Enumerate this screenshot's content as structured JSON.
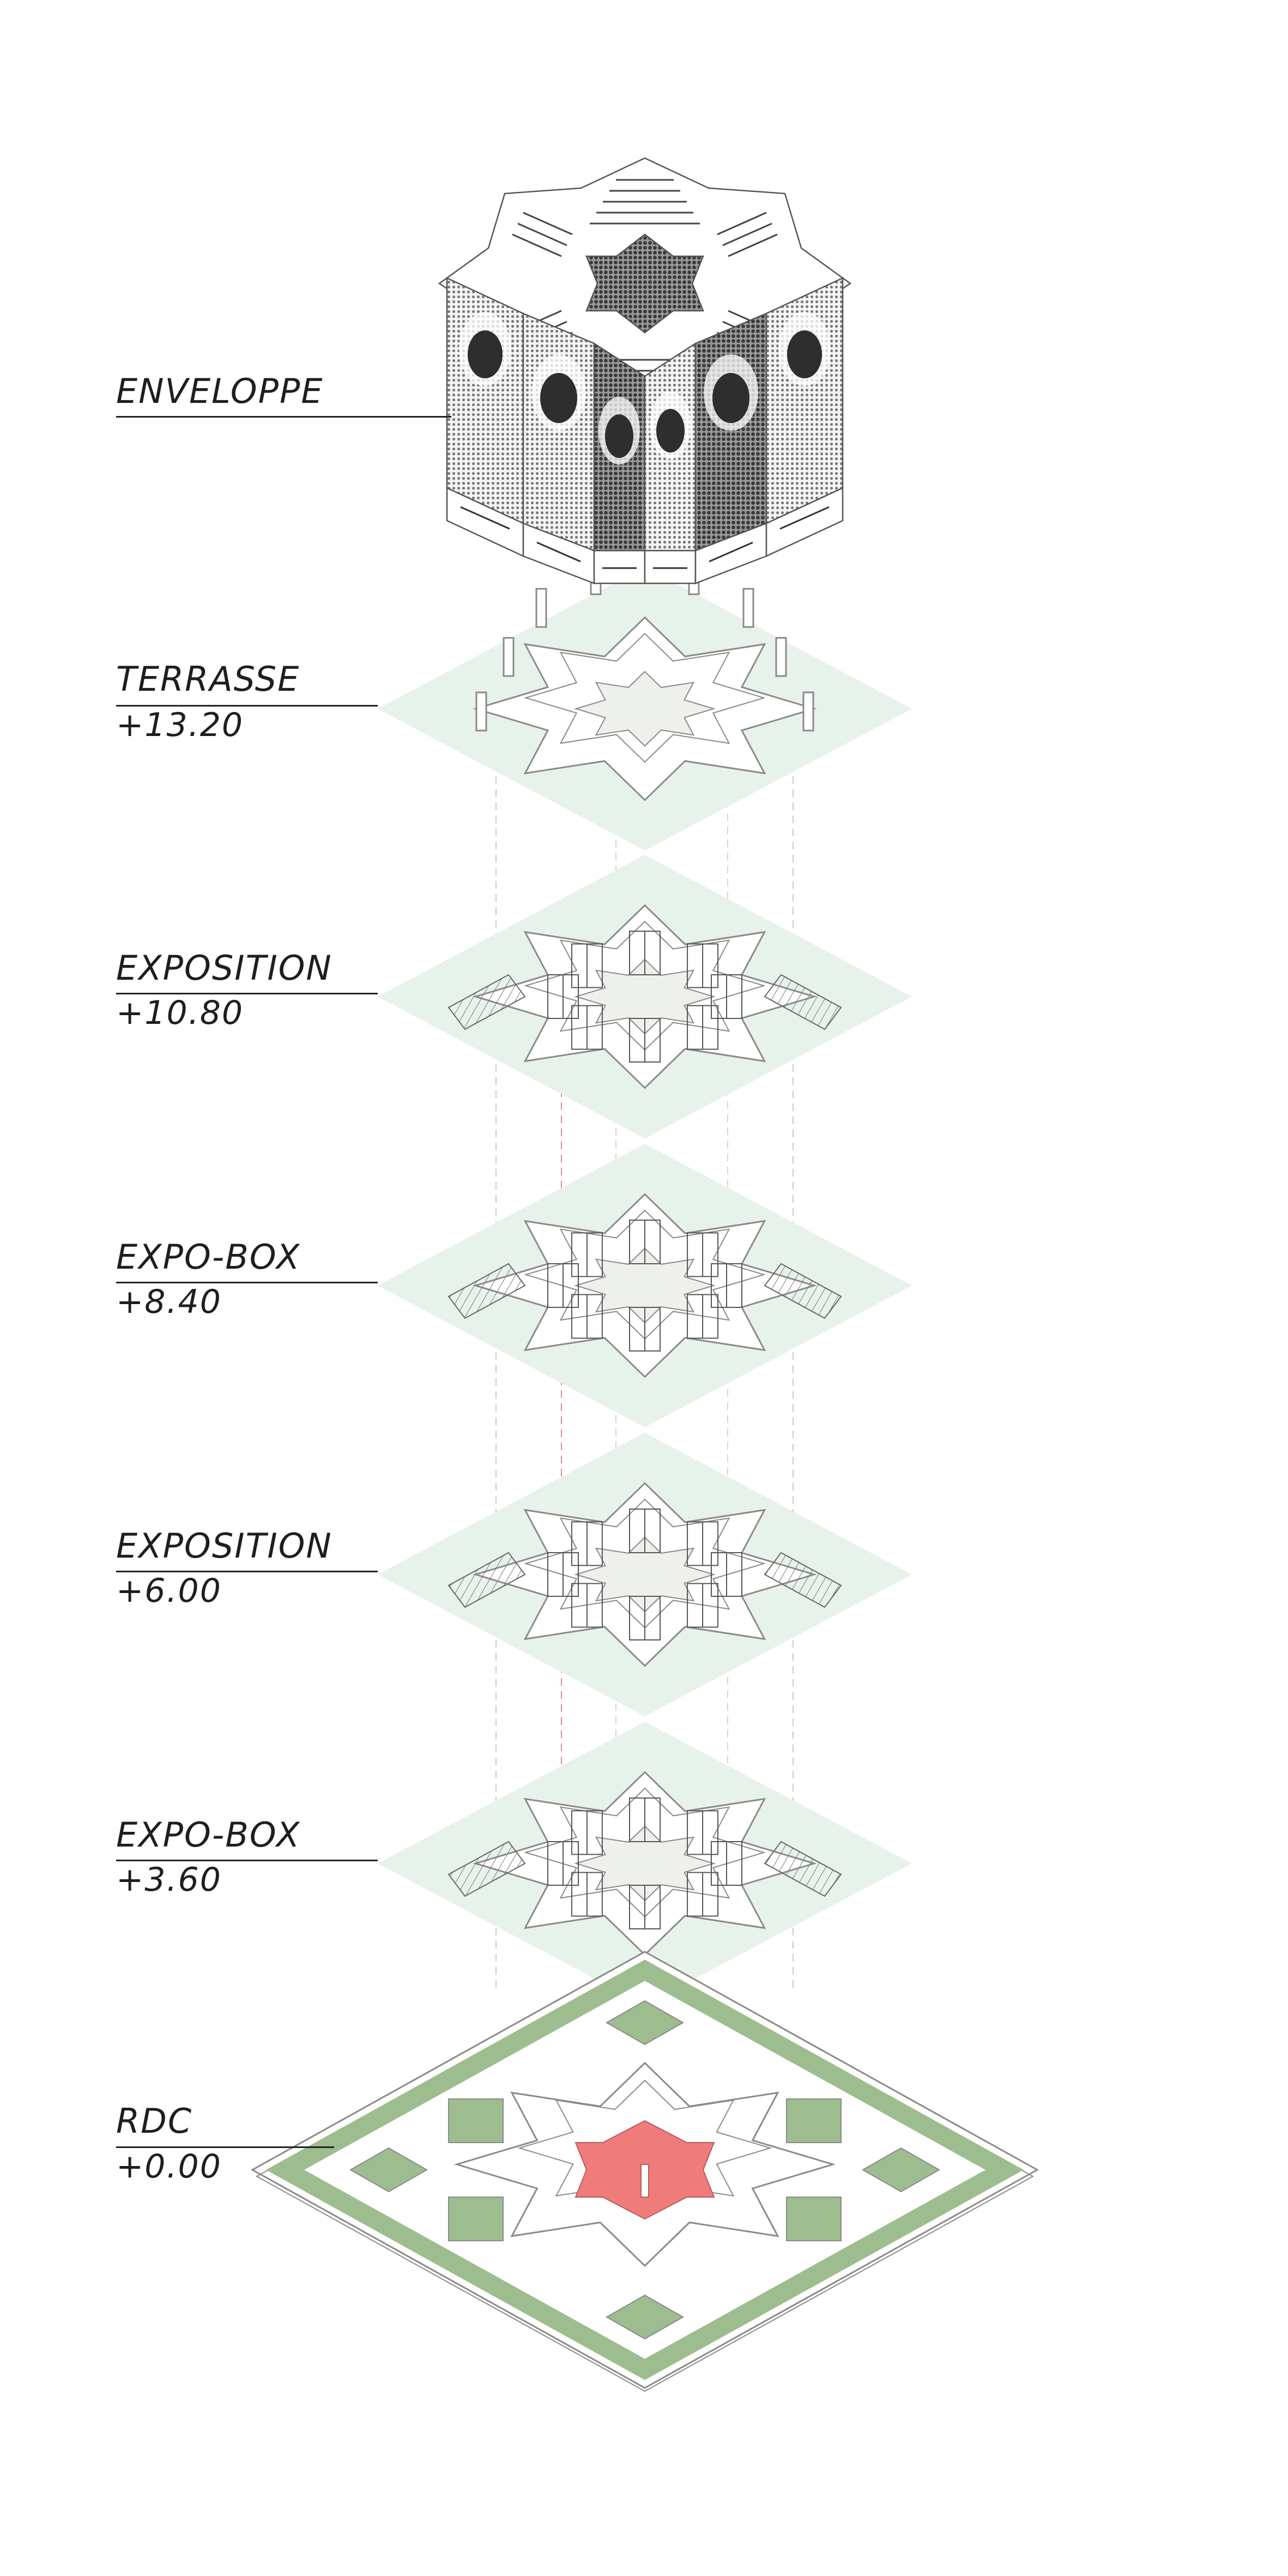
{
  "colors": {
    "slab": "#e6f2ea",
    "courtyard": "#eef0ec",
    "ground_green": "#9dbd8e",
    "highlight": "#ef7b7b",
    "line": "#8a8a8a",
    "dash_red": "#e08a8a"
  },
  "levels": [
    {
      "name": "ENVELOPPE",
      "elevation": ""
    },
    {
      "name": "TERRASSE",
      "elevation": "+13.20"
    },
    {
      "name": "EXPOSITION",
      "elevation": "+10.80"
    },
    {
      "name": "EXPO-BOX",
      "elevation": "+8.40"
    },
    {
      "name": "EXPOSITION",
      "elevation": "+6.00"
    },
    {
      "name": "EXPO-BOX",
      "elevation": "+3.60"
    },
    {
      "name": "RDC",
      "elevation": "+0.00"
    }
  ],
  "envelope": {
    "panels": [
      "portrait-panel",
      "portrait-panel",
      "portrait-panel",
      "portrait-panel",
      "portrait-panel",
      "portrait-panel"
    ]
  }
}
